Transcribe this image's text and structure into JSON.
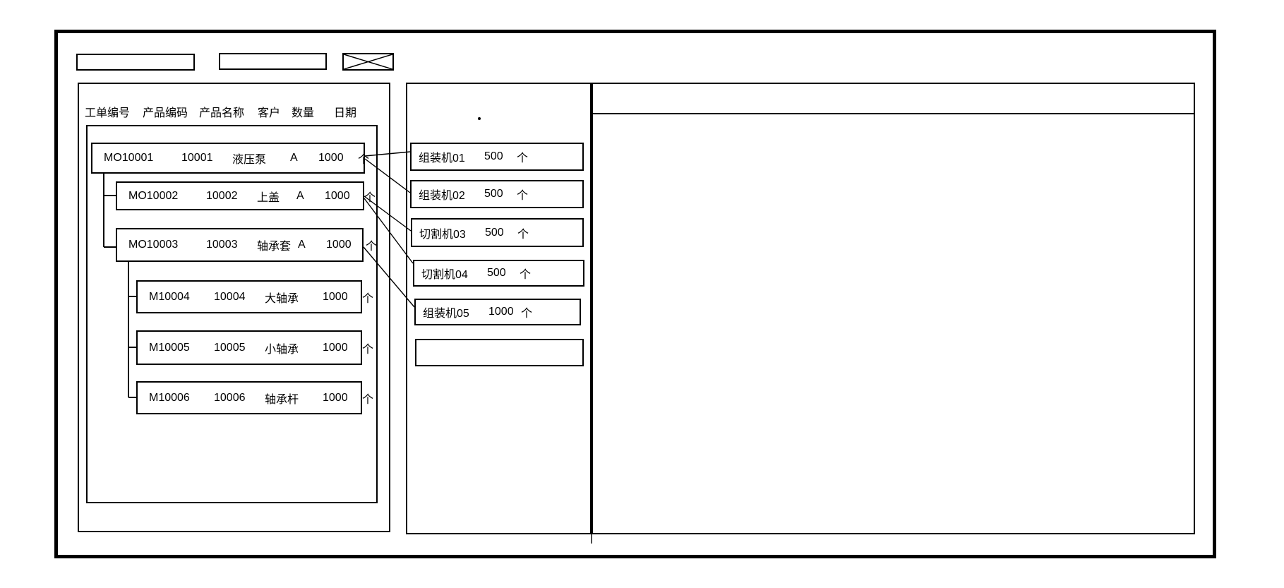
{
  "app": {
    "background_color": "#ffffff",
    "line_color": "#000000"
  },
  "toolbar": {
    "field1_value": "",
    "field2_value": ""
  },
  "work_orders": {
    "columns": [
      "工单编号",
      "产品编码",
      "产品名称",
      "客户",
      "数量",
      "日期"
    ],
    "rows": [
      {
        "order_no": "MO10001",
        "product_code": "10001",
        "product_name": "液压泵",
        "customer": "A",
        "qty": "1000",
        "unit": "个"
      },
      {
        "order_no": "MO10002",
        "product_code": "10002",
        "product_name": "上盖",
        "customer": "A",
        "qty": "1000",
        "unit": "个"
      },
      {
        "order_no": "MO10003",
        "product_code": "10003",
        "product_name": "轴承套",
        "customer": "A",
        "qty": "1000",
        "unit": "个"
      },
      {
        "order_no": "M10004",
        "product_code": "10004",
        "product_name": "大轴承",
        "customer": "",
        "qty": "1000",
        "unit": "个"
      },
      {
        "order_no": "M10005",
        "product_code": "10005",
        "product_name": "小轴承",
        "customer": "",
        "qty": "1000",
        "unit": "个"
      },
      {
        "order_no": "M10006",
        "product_code": "10006",
        "product_name": "轴承杆",
        "customer": "",
        "qty": "1000",
        "unit": "个"
      }
    ]
  },
  "machines": {
    "items": [
      {
        "name": "组装机01",
        "qty": "500",
        "unit": "个"
      },
      {
        "name": "组装机02",
        "qty": "500",
        "unit": "个"
      },
      {
        "name": "切割机03",
        "qty": "500",
        "unit": "个"
      },
      {
        "name": "切割机04",
        "qty": "500",
        "unit": "个"
      },
      {
        "name": "组装机05",
        "qty": "1000",
        "unit": "个"
      },
      {
        "name": "",
        "qty": "",
        "unit": ""
      }
    ]
  },
  "links": [
    {
      "from": "MO10001",
      "to": "组装机01"
    },
    {
      "from": "MO10001",
      "to": "组装机02"
    },
    {
      "from": "MO10002",
      "to": "切割机03"
    },
    {
      "from": "MO10002",
      "to": "切割机04"
    },
    {
      "from": "MO10003",
      "to": "组装机05"
    }
  ]
}
